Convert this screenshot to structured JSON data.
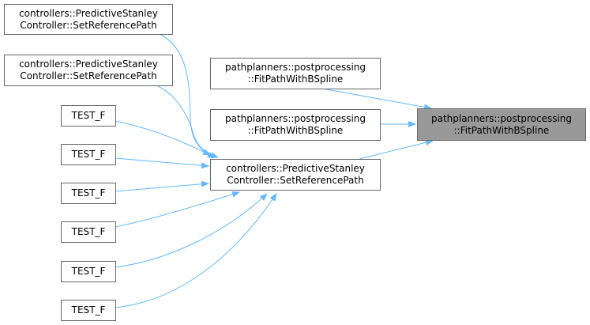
{
  "diagram": {
    "type": "caller-graph",
    "edge_color": "#63b8ff",
    "target_fill": "#999999",
    "nodes": {
      "target": {
        "line1": "pathplanners::postprocessing",
        "line2": "::FitPathWithBSpline"
      },
      "fit1": {
        "line1": "pathplanners::postprocessing",
        "line2": "::FitPathWithBSpline"
      },
      "fit2": {
        "line1": "pathplanners::postprocessing",
        "line2": "::FitPathWithBSpline"
      },
      "setref_main": {
        "line1": "controllers::PredictiveStanley",
        "line2": "Controller::SetReferencePath"
      },
      "setref_top1": {
        "line1": "controllers::PredictiveStanley",
        "line2": "Controller::SetReferencePath"
      },
      "setref_top2": {
        "line1": "controllers::PredictiveStanley",
        "line2": "Controller::SetReferencePath"
      },
      "tests": [
        {
          "label": "TEST_F"
        },
        {
          "label": "TEST_F"
        },
        {
          "label": "TEST_F"
        },
        {
          "label": "TEST_F"
        },
        {
          "label": "TEST_F"
        },
        {
          "label": "TEST_F"
        }
      ]
    },
    "edges": [
      [
        "fit1",
        "target"
      ],
      [
        "fit2",
        "target"
      ],
      [
        "setref_main",
        "target"
      ],
      [
        "setref_top1",
        "setref_main"
      ],
      [
        "setref_top2",
        "setref_main"
      ],
      [
        "test0",
        "setref_main"
      ],
      [
        "test1",
        "setref_main"
      ],
      [
        "test2",
        "setref_main"
      ],
      [
        "test3",
        "setref_main"
      ],
      [
        "test4",
        "setref_main"
      ],
      [
        "test5",
        "setref_main"
      ]
    ]
  }
}
